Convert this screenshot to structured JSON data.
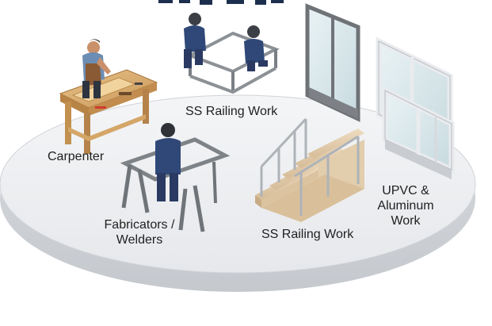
{
  "labels": {
    "carpenter": "Carpenter",
    "ss_railing_top": "SS Railing Work",
    "fabricators_line1": "Fabricators /",
    "fabricators_line2": "Welders",
    "ss_railing_bottom": "SS Railing Work",
    "upvc_line1": "UPVC &",
    "upvc_line2": "Aluminum",
    "upvc_line3": "Work"
  }
}
